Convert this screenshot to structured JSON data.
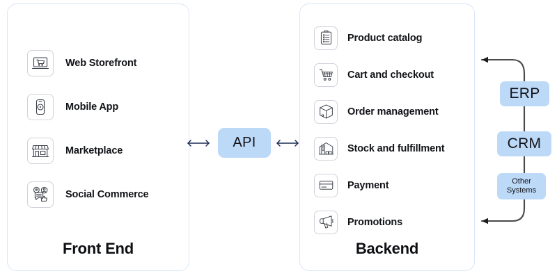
{
  "diagram": {
    "title": "Commerce architecture: Front End and Backend connected via API with external systems",
    "accent_blue": "#bcd9f7",
    "panel_border": "#dbe6f7",
    "icon_stroke": "#3a3f47",
    "connector_color": "#4a4a4a",
    "arrow_color": "#1b2b52"
  },
  "frontend": {
    "title": "Front End",
    "items": [
      {
        "label": "Web Storefront",
        "icon": "laptop-cart-icon"
      },
      {
        "label": "Mobile App",
        "icon": "mobile-phone-play-icon"
      },
      {
        "label": "Marketplace",
        "icon": "storefront-awning-icon"
      },
      {
        "label": "Social Commerce",
        "icon": "social-chat-thumbsup-icon"
      }
    ]
  },
  "api": {
    "label": "API",
    "left_arrow": "bidirectional-arrow-left",
    "right_arrow": "bidirectional-arrow-right"
  },
  "backend": {
    "title": "Backend",
    "items": [
      {
        "label": "Product catalog",
        "icon": "clipboard-checklist-icon"
      },
      {
        "label": "Cart and checkout",
        "icon": "shopping-cart-icon"
      },
      {
        "label": "Order management",
        "icon": "package-box-icon"
      },
      {
        "label": "Stock and fulfillment",
        "icon": "warehouse-icon"
      },
      {
        "label": "Payment",
        "icon": "credit-card-icon"
      },
      {
        "label": "Promotions",
        "icon": "megaphone-icon"
      }
    ]
  },
  "external_systems": {
    "items": [
      {
        "label": "ERP"
      },
      {
        "label": "CRM"
      },
      {
        "label_line1": "Other",
        "label_line2": "Systems"
      }
    ]
  }
}
